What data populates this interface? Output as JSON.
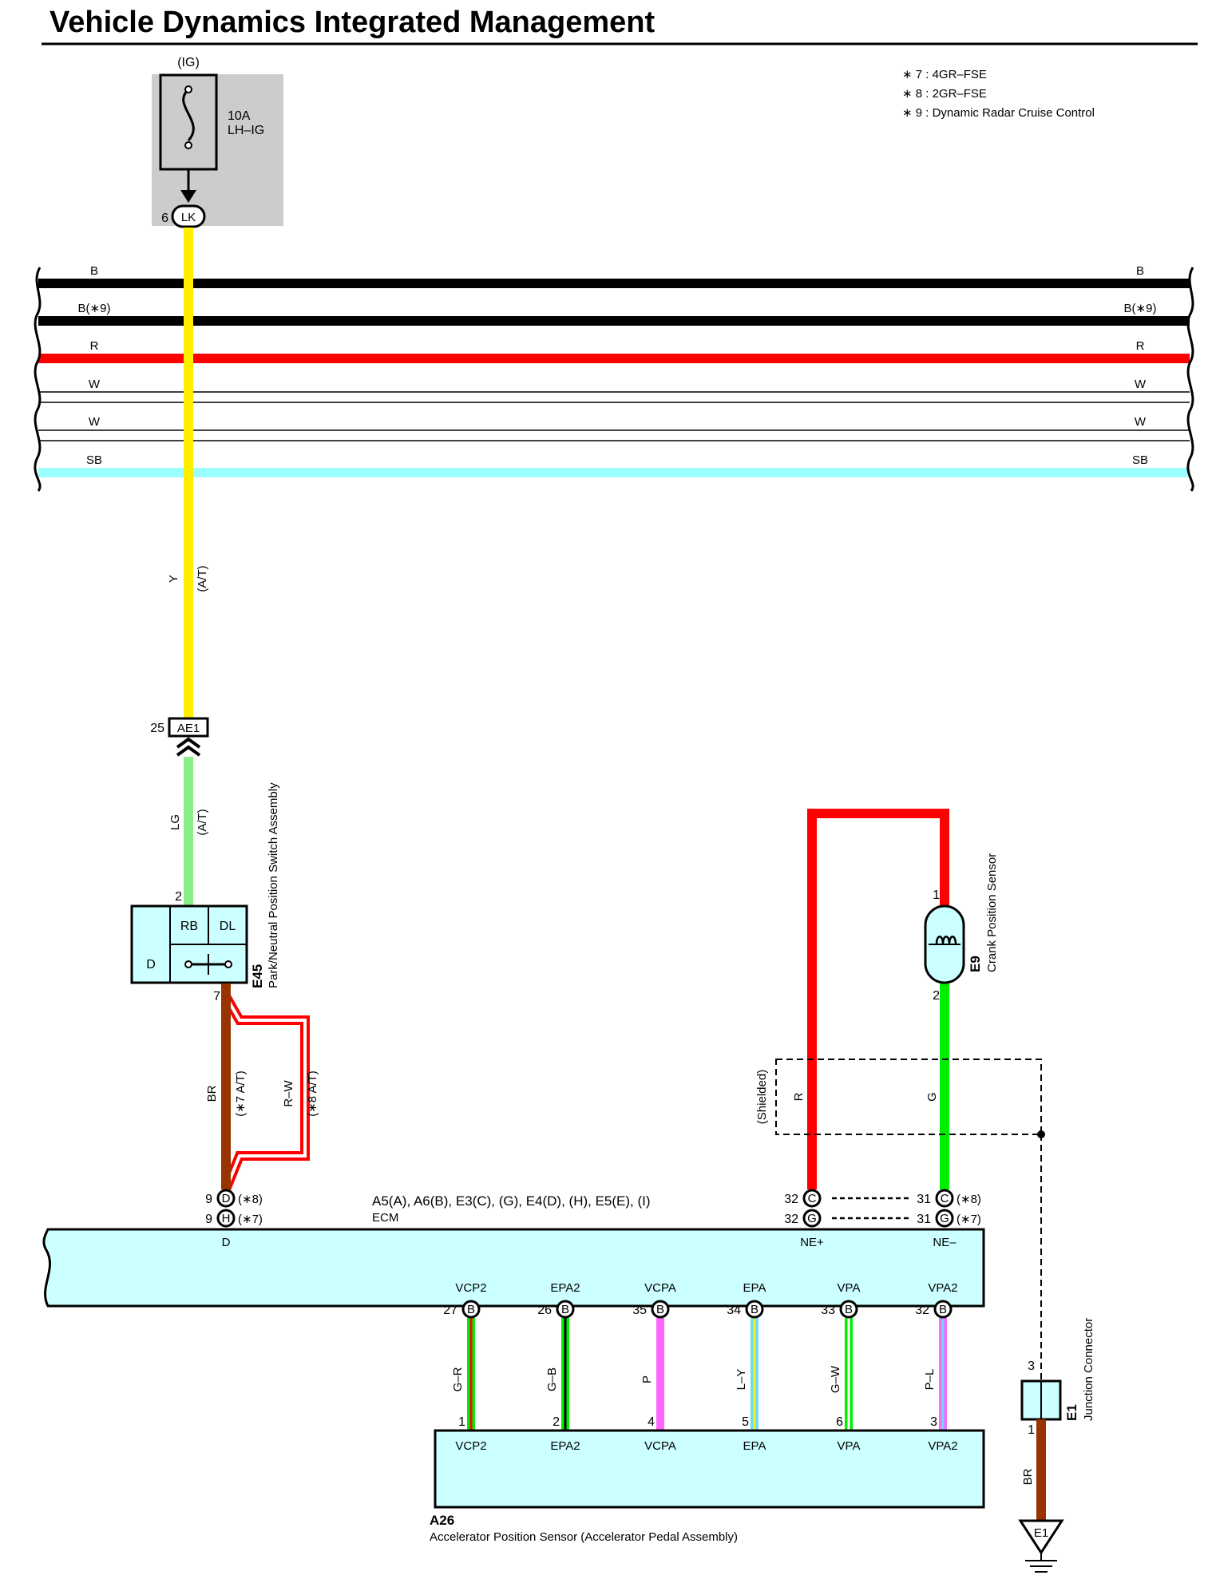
{
  "title": "Vehicle Dynamics Integrated Management",
  "notes": [
    "∗ 7 : 4GR–FSE",
    "∗ 8 : 2GR–FSE",
    "∗ 9 : Dynamic Radar Cruise Control"
  ],
  "fuse": {
    "ig": "(IG)",
    "rating": "10A",
    "name": "LH–IG",
    "pin": "6",
    "connector": "LK"
  },
  "bus_lines": [
    {
      "left": "B",
      "right": "B",
      "color": "#000000"
    },
    {
      "left": "B(∗9)",
      "right": "B(∗9)",
      "color": "#000000"
    },
    {
      "left": "R",
      "right": "R",
      "color": "#ff0000"
    },
    {
      "left": "W",
      "right": "W",
      "color": "#ffffff"
    },
    {
      "left": "W",
      "right": "W",
      "color": "#ffffff"
    },
    {
      "left": "SB",
      "right": "SB",
      "color": "#99ffff"
    }
  ],
  "wire_y": {
    "color": "Y",
    "note": "(A/T)"
  },
  "ae1": {
    "pin": "25",
    "name": "AE1"
  },
  "wire_lg": {
    "color": "LG",
    "note": "(A/T)"
  },
  "e45": {
    "id": "E45",
    "name": "Park/Neutral Position Switch Assembly",
    "pin_top": "2",
    "pin_bottom": "7",
    "cells": {
      "rb": "RB",
      "dl": "DL",
      "d": "D"
    }
  },
  "wire_br": {
    "color": "BR",
    "note": "(∗7 A/T)"
  },
  "wire_rw": {
    "color": "R–W",
    "note": "(∗8 A/T)"
  },
  "ecm": {
    "connectors": "A5(A), A6(B), E3(C), (G), E4(D), (H), E5(E), (I)",
    "name": "ECM",
    "pin_d_8": {
      "num": "9",
      "con": "D",
      "note": "(∗8)"
    },
    "pin_h_7": {
      "num": "9",
      "con": "H",
      "note": "(∗7)"
    },
    "label_d": "D",
    "pin_ne_plus_c": {
      "num": "32",
      "con": "C"
    },
    "pin_ne_plus_g": {
      "num": "32",
      "con": "G"
    },
    "pin_ne_minus_c": {
      "num": "31",
      "con": "C",
      "note": "(∗8)"
    },
    "pin_ne_minus_g": {
      "num": "31",
      "con": "G",
      "note": "(∗7)"
    },
    "label_ne_plus": "NE+",
    "label_ne_minus": "NE–"
  },
  "e9": {
    "id": "E9",
    "name": "Crank Position Sensor",
    "pin_top": "1",
    "pin_bottom": "2"
  },
  "shield": {
    "label": "(Shielded)",
    "wire_left": "R",
    "wire_right": "G"
  },
  "accel": [
    {
      "ecm_label": "VCP2",
      "ecm_pin": "27",
      "con": "B",
      "wire": "G–R",
      "sensor_pin": "1",
      "sensor_label": "VCP2"
    },
    {
      "ecm_label": "EPA2",
      "ecm_pin": "26",
      "con": "B",
      "wire": "G–B",
      "sensor_pin": "2",
      "sensor_label": "EPA2"
    },
    {
      "ecm_label": "VCPA",
      "ecm_pin": "35",
      "con": "B",
      "wire": "P",
      "sensor_pin": "4",
      "sensor_label": "VCPA"
    },
    {
      "ecm_label": "EPA",
      "ecm_pin": "34",
      "con": "B",
      "wire": "L–Y",
      "sensor_pin": "5",
      "sensor_label": "EPA"
    },
    {
      "ecm_label": "VPA",
      "ecm_pin": "33",
      "con": "B",
      "wire": "G–W",
      "sensor_pin": "6",
      "sensor_label": "VPA"
    },
    {
      "ecm_label": "VPA2",
      "ecm_pin": "32",
      "con": "B",
      "wire": "P–L",
      "sensor_pin": "3",
      "sensor_label": "VPA2"
    }
  ],
  "a26": {
    "id": "A26",
    "name": "Accelerator Position Sensor (Accelerator Pedal Assembly)"
  },
  "e1_junction": {
    "id": "E1",
    "name": "Junction Connector",
    "pin_top": "3",
    "pin_bottom": "1"
  },
  "wire_br_ground": "BR",
  "ground": {
    "label": "E1"
  }
}
